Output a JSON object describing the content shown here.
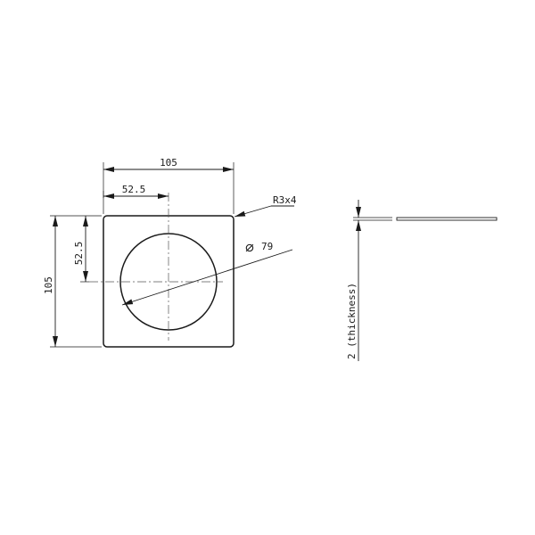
{
  "dimensions": {
    "overall_width": "105",
    "half_width": "52.5",
    "overall_height": "105",
    "half_height": "52.5",
    "corner_radius": "R3x4",
    "hole_diameter_symbol": "⌀",
    "hole_diameter": "79",
    "thickness": "2 (thickness)"
  },
  "colors": {
    "line": "#1a1a1a",
    "background": "#ffffff"
  }
}
